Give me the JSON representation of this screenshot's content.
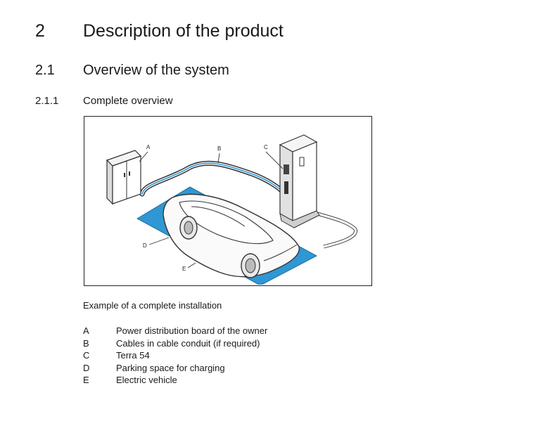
{
  "headings": {
    "h1": {
      "number": "2",
      "title": "Description of the product"
    },
    "h2": {
      "number": "2.1",
      "title": "Overview of the system"
    },
    "h3": {
      "number": "2.1.1",
      "title": "Complete overview"
    }
  },
  "figure": {
    "callouts": {
      "a": "A",
      "b": "B",
      "c": "C",
      "d": "D",
      "e": "E"
    },
    "colors": {
      "parking": "#2f97d3",
      "outline": "#333333"
    },
    "caption": "Example of a complete installation"
  },
  "legend": [
    {
      "letter": "A",
      "text": "Power distribution board of the owner"
    },
    {
      "letter": "B",
      "text": "Cables in cable conduit (if required)"
    },
    {
      "letter": "C",
      "text": "Terra 54"
    },
    {
      "letter": "D",
      "text": "Parking space for charging"
    },
    {
      "letter": "E",
      "text": "Electric vehicle"
    }
  ]
}
